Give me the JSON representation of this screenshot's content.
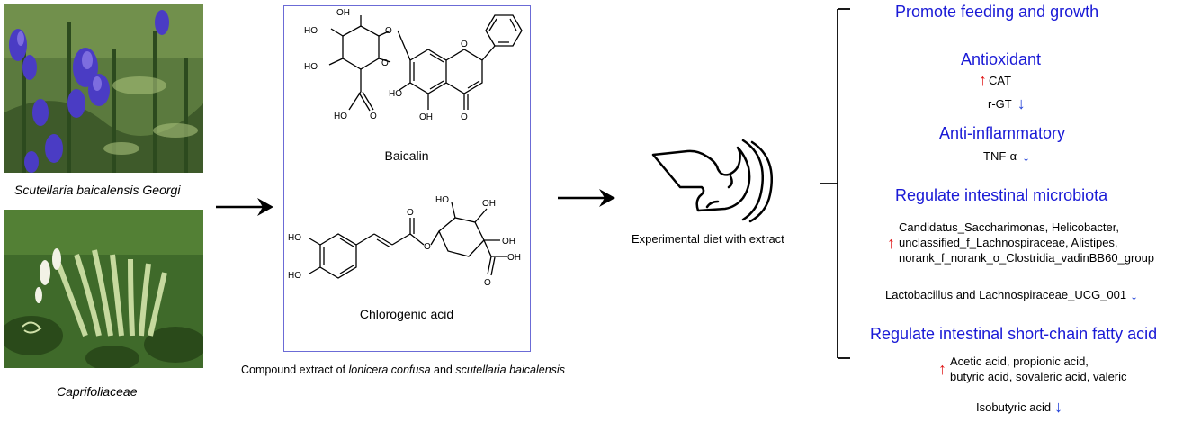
{
  "plants": {
    "top_caption": "Scutellaria baicalensis Georgi",
    "bottom_caption": "Caprifoliaceae"
  },
  "compounds": {
    "baicalin_label": "Baicalin",
    "chlorogenic_label": "Chlorogenic acid",
    "atoms": {
      "oh": "OH",
      "ho": "HO",
      "o": "O",
      "ho_dots": "HO",
      "oh_dots": "OH"
    },
    "extract_caption_prefix": "Compound extract of ",
    "extract_caption_species1": "lonicera confusa",
    "extract_caption_and": " and ",
    "extract_caption_species2": "scutellaria baicalensis"
  },
  "diet": {
    "label": "Experimental diet with extract"
  },
  "effects": {
    "growth": {
      "title": "Promote feeding and growth"
    },
    "antioxidant": {
      "title": "Antioxidant",
      "up": "CAT",
      "down": "r-GT"
    },
    "anti_inflammatory": {
      "title": "Anti-inflammatory",
      "down": "TNF-α"
    },
    "microbiota": {
      "title": "Regulate intestinal microbiota",
      "up_lines": [
        "Candidatus_Saccharimonas, Helicobacter,",
        "unclassified_f_Lachnospiraceae, Alistipes,",
        "norank_f_norank_o_Clostridia_vadinBB60_group"
      ],
      "down": "Lactobacillus and Lachnospiraceae_UCG_001"
    },
    "scfa": {
      "title": "Regulate intestinal short-chain fatty acid",
      "up_lines": [
        "Acetic acid, propionic acid,",
        "butyric acid, sovaleric acid, valeric"
      ],
      "down": "Isobutyric acid"
    }
  },
  "colors": {
    "heading_blue": "#1a1ad6",
    "up_arrow": "#e01b1b",
    "down_arrow": "#1a3ad6",
    "box_border": "#6b6bd6"
  },
  "icons": {
    "flow_arrow": "right-arrow-icon",
    "mouse": "mouse-icon",
    "bracket": "bracket-icon"
  }
}
